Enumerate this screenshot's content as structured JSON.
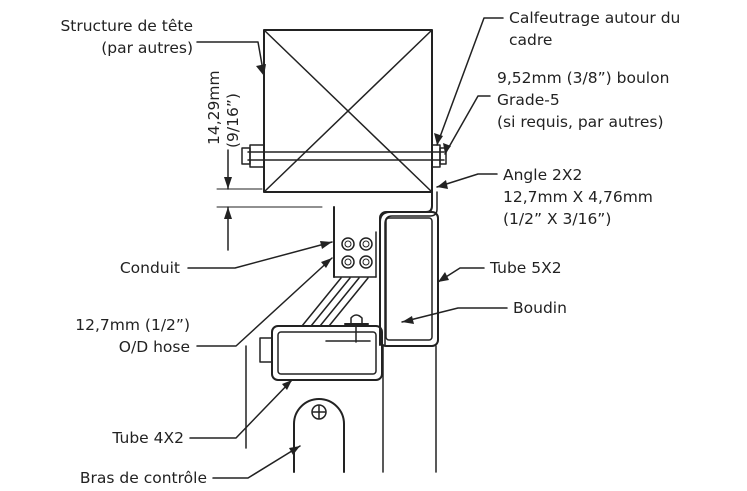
{
  "labels": {
    "head_structure": [
      "Structure de tête",
      "(par autres)"
    ],
    "caulking": [
      "Calfeutrage autour du",
      "cadre"
    ],
    "bolt": [
      "9,52mm (3/8”) boulon",
      "Grade-5",
      "(si requis, par autres)"
    ],
    "angle": [
      "Angle 2X2",
      "12,7mm X 4,76mm",
      "(1/2” X 3/16”)"
    ],
    "tube_5x2": "Tube 5X2",
    "boudin": "Boudin",
    "conduit": "Conduit",
    "hose": [
      "12,7mm (1/2”)",
      "O/D hose"
    ],
    "tube_4x2": "Tube 4X2",
    "control_arm": "Bras de contrôle",
    "dimension": [
      "14,29mm",
      "(9/16”)"
    ]
  },
  "colors": {
    "line": "#222222",
    "background": "#ffffff"
  }
}
